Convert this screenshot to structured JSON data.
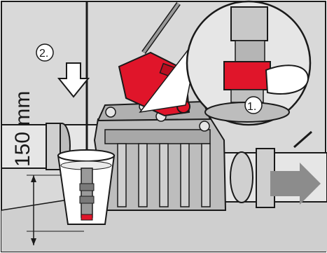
{
  "labels": {
    "step_1": "1.",
    "step_2": "2.",
    "measurement": "150 mm"
  },
  "colors": {
    "background": "#d9d9d9",
    "body_grey": "#bfbfbf",
    "outline": "#1a1a1a",
    "accent_red": "#e0152a",
    "flow_arrow": "#8c8c8c",
    "white": "#ffffff"
  },
  "icons": [
    "down-arrow-icon",
    "right-arrow-icon",
    "valve-knob",
    "water-cup",
    "hose"
  ]
}
